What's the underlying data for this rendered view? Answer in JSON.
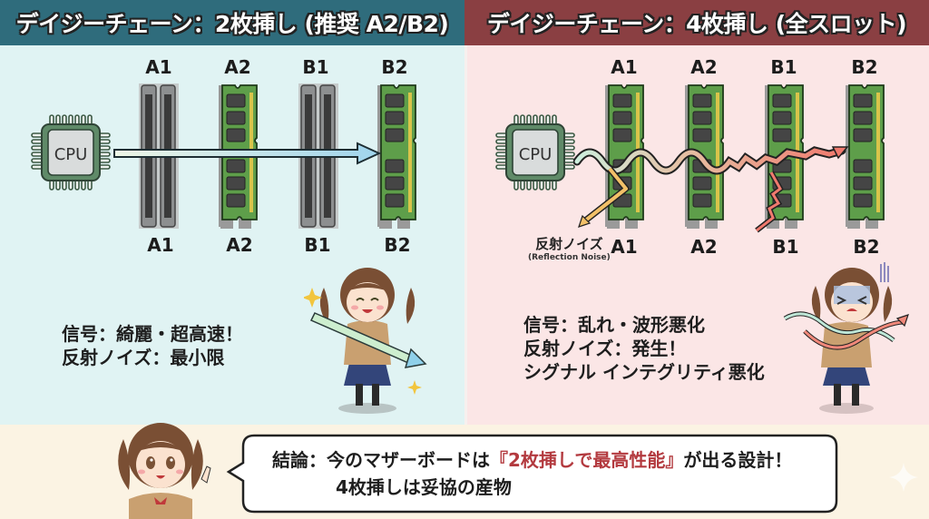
{
  "left_panel": {
    "title": "デイジーチェーン：2枚挿し (推奨 A2/B2)",
    "bg_color": "#e0f3f3",
    "header_color": "#2f6c7c",
    "cpu_label": "CPU",
    "slots_top": [
      "A1",
      "A2",
      "B1",
      "B2"
    ],
    "slots_bottom": [
      "A1",
      "A2",
      "B1",
      "B2"
    ],
    "populated": [
      false,
      true,
      false,
      true
    ],
    "signal": "clean-arrow",
    "status_lines": [
      "信号：綺麗・超高速！",
      "反射ノイズ：最小限"
    ]
  },
  "right_panel": {
    "title": "デイジーチェーン：4枚挿し (全スロット)",
    "bg_color": "#fbe6e6",
    "header_color": "#8a3f42",
    "cpu_label": "CPU",
    "slots_top": [
      "A1",
      "A2",
      "B1",
      "B2"
    ],
    "slots_bottom": [
      "A1",
      "A2",
      "B1",
      "B2"
    ],
    "populated": [
      true,
      true,
      true,
      true
    ],
    "signal": "distorted-wave",
    "noise_label": "反射ノイズ",
    "noise_label_en": "(Reflection Noise)",
    "status_lines": [
      "信号：乱れ・波形悪化",
      "反射ノイズ：発生！",
      "シグナル インテグリティ悪化"
    ]
  },
  "conclusion": {
    "prefix": "結論：今のマザーボードは",
    "highlight": "『2枚挿しで最高性能』",
    "suffix": "が出る設計！",
    "line2": "4枚挿しは妥協の産物",
    "highlight_color": "#b33a3f"
  }
}
